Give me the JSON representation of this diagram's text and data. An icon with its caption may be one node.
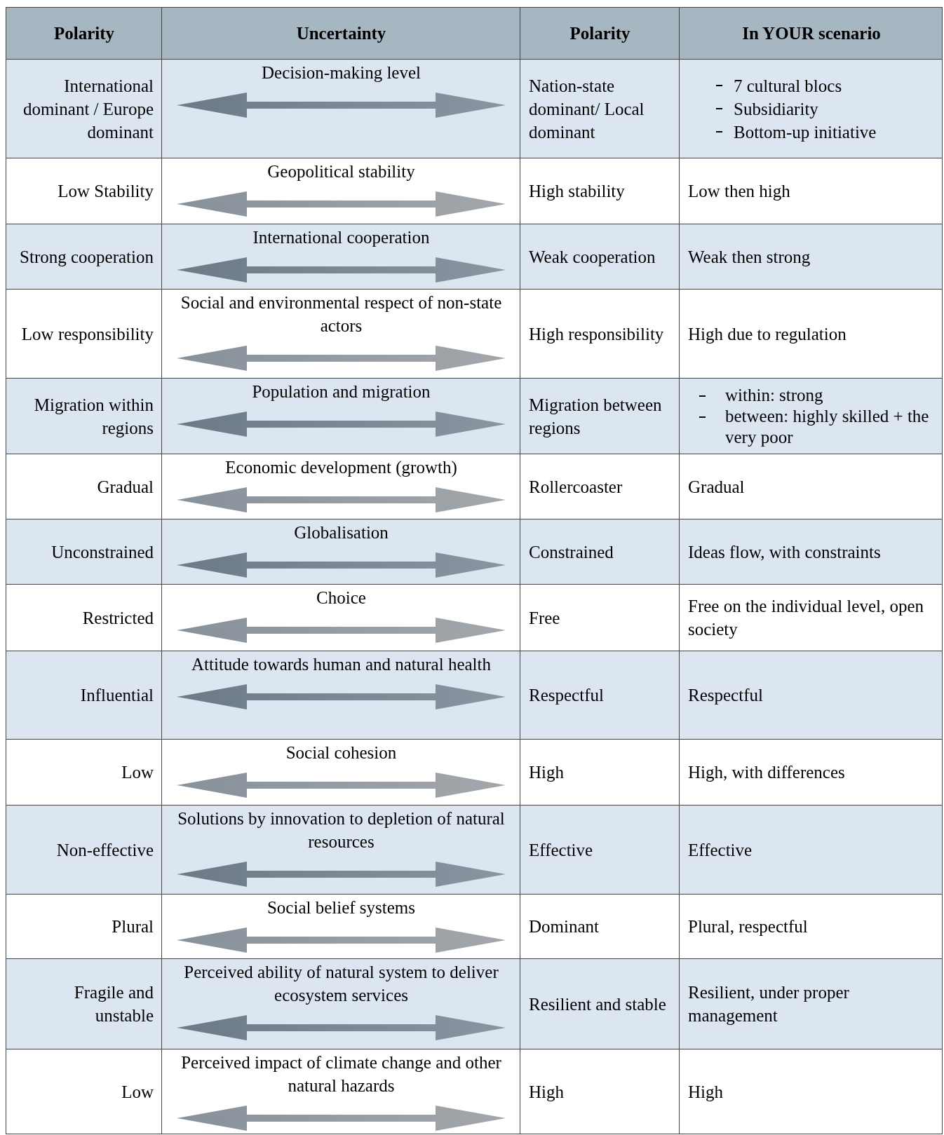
{
  "diagram": {
    "labels": [
      "Polarity",
      "Uncertainty",
      "Polarity",
      "In YOUR scenario",
      "International dominant / Europe dominant",
      "Decision-making level",
      "Nation-state dominant/ Local dominant",
      "7 cultural blocs",
      "Subsidiarity",
      "Bottom-up initiative",
      "Low Stability",
      "Geopolitical stability",
      "High stability",
      "Low then high",
      "Strong cooperation",
      "International cooperation",
      "Weak cooperation",
      "Weak then strong",
      "Low responsibility",
      "Social and environmental respect of non-state actors",
      "High responsibility",
      "High due to regulation",
      "Migration within regions",
      "Population and migration",
      "Migration between regions",
      "within: strong",
      "between: highly skilled + the very poor",
      "Gradual",
      "Economic development (growth)",
      "Rollercoaster",
      "Gradual",
      "Unconstrained",
      "Globalisation",
      "Constrained",
      "Ideas flow, with constraints",
      "Restricted",
      "Choice",
      "Free",
      "Free on the individual level, open society",
      "Influential",
      "Attitude towards human and natural health",
      "Respectful",
      "Respectful",
      "Low",
      "Social cohesion",
      "High",
      "High, with differences",
      "Non-effective",
      "Solutions by innovation to depletion of natural resources",
      "Effective",
      "Effective",
      "Plural",
      "Social belief systems",
      "Dominant",
      "Plural, respectful",
      "Fragile and unstable",
      "Perceived ability of natural system to deliver ecosystem services",
      "Resilient and stable",
      "Resilient, under proper management",
      "Low",
      "Perceived impact of climate change and other natural hazards",
      "High",
      "High"
    ]
  }
}
